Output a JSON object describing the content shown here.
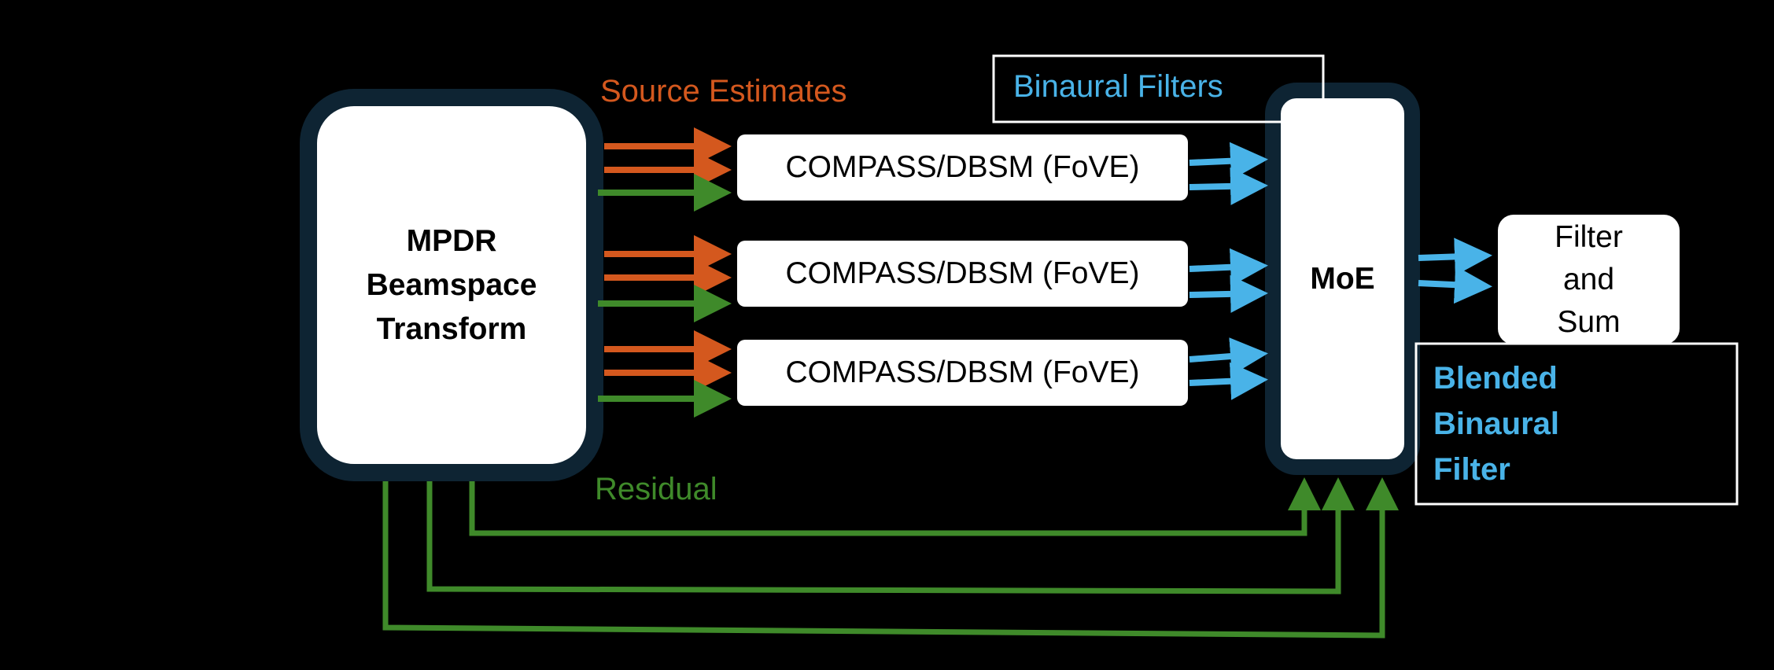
{
  "colors": {
    "background": "#000000",
    "box_fill": "#ffffff",
    "box_border_dark": "#0e2433",
    "source_arrow": "#d4581e",
    "residual_arrow": "#3f8a2a",
    "binaural_arrow": "#49b3e8",
    "label_outline": "#ffffff"
  },
  "blocks": {
    "mpdr": {
      "line1": "MPDR",
      "line2": "Beamspace",
      "line3": "Transform"
    },
    "compass": [
      {
        "label": "COMPASS/DBSM (FoVE)"
      },
      {
        "label": "COMPASS/DBSM (FoVE)"
      },
      {
        "label": "COMPASS/DBSM (FoVE)"
      }
    ],
    "moe": {
      "label": "MoE"
    },
    "filter_sum": {
      "line1": "Filter",
      "line2": "and",
      "line3": "Sum"
    }
  },
  "labels": {
    "source_estimates": "Source Estimates",
    "binaural_filters": "Binaural Filters",
    "residual": "Residual",
    "blended": {
      "line1": "Blended",
      "line2": "Binaural",
      "line3": "Filter"
    }
  }
}
